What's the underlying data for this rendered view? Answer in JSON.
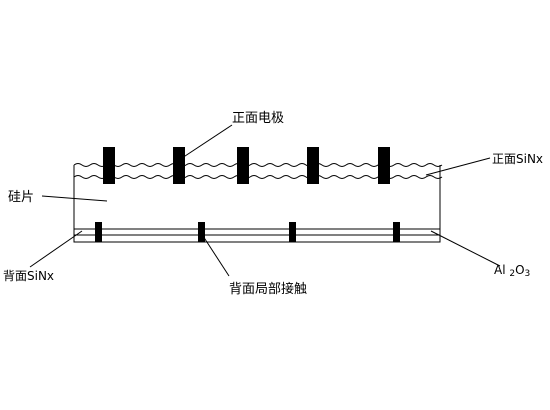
{
  "labels": {
    "front_electrode": "正面电极",
    "front_sinx": "正面SiNx",
    "silicon_wafer": "硅片",
    "rear_sinx": "背面SiNx",
    "al2o3_prefix": "Al ",
    "al2o3_sub1": "2",
    "al2o3_mid": "O",
    "al2o3_sub2": "3",
    "rear_local_contact": "背面局部接触"
  },
  "colors": {
    "line": "#000000",
    "electrode": "#000000",
    "background": "#ffffff"
  },
  "front_electrode_count": 5,
  "rear_contact_count": 4
}
